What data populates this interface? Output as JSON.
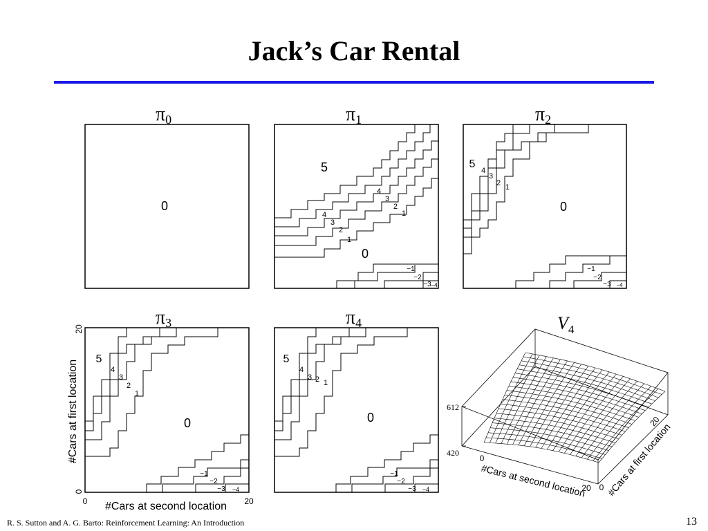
{
  "slide": {
    "title": "Jack’s Car Rental",
    "footer": "R. S. Sutton and A. G. Barto: Reinforcement Learning: An Introduction",
    "page_number": "13",
    "rule_color": "#1a1ae6"
  },
  "panels": [
    {
      "symbol": "π",
      "subscript": "0",
      "regions": [
        {
          "label": "0"
        }
      ]
    },
    {
      "symbol": "π",
      "subscript": "1",
      "regions": [
        {
          "label": "5"
        },
        {
          "label": "4"
        },
        {
          "label": "3"
        },
        {
          "label": "2"
        },
        {
          "label": "1"
        },
        {
          "label": "4"
        },
        {
          "label": "3"
        },
        {
          "label": "2"
        },
        {
          "label": "1"
        },
        {
          "label": "0"
        },
        {
          "label": "−1"
        },
        {
          "label": "−2"
        },
        {
          "label": "−3"
        },
        {
          "label": "−4"
        }
      ]
    },
    {
      "symbol": "π",
      "subscript": "2",
      "regions": [
        {
          "label": "5"
        },
        {
          "label": "4"
        },
        {
          "label": "3"
        },
        {
          "label": "2"
        },
        {
          "label": "1"
        },
        {
          "label": "0"
        },
        {
          "label": "−1"
        },
        {
          "label": "−2"
        },
        {
          "label": "−3"
        },
        {
          "label": "−4"
        }
      ]
    },
    {
      "symbol": "π",
      "subscript": "3",
      "regions": [
        {
          "label": "5"
        },
        {
          "label": "4"
        },
        {
          "label": "3"
        },
        {
          "label": "2"
        },
        {
          "label": "1"
        },
        {
          "label": "0"
        },
        {
          "label": "−1"
        },
        {
          "label": "−2"
        },
        {
          "label": "−3"
        },
        {
          "label": "−4"
        }
      ],
      "axes": {
        "y_label": "#Cars at first location",
        "x_label": "#Cars at second location",
        "y_max": "20",
        "y_min": "0",
        "x_min": "0",
        "x_max": "20"
      }
    },
    {
      "symbol": "π",
      "subscript": "4",
      "regions": [
        {
          "label": "5"
        },
        {
          "label": "4"
        },
        {
          "label": "3"
        },
        {
          "label": "2"
        },
        {
          "label": "1"
        },
        {
          "label": "0"
        },
        {
          "label": "−1"
        },
        {
          "label": "−2"
        },
        {
          "label": "−3"
        },
        {
          "label": "−4"
        }
      ]
    }
  ],
  "value_plot": {
    "symbol": "V",
    "subscript": "4",
    "z_max": "612",
    "z_min": "420",
    "x_axis_label": "#Cars at second location",
    "y_axis_label": "#Cars at first location",
    "x_min": "0",
    "x_max": "20",
    "y_min": "0",
    "y_max": "20"
  }
}
